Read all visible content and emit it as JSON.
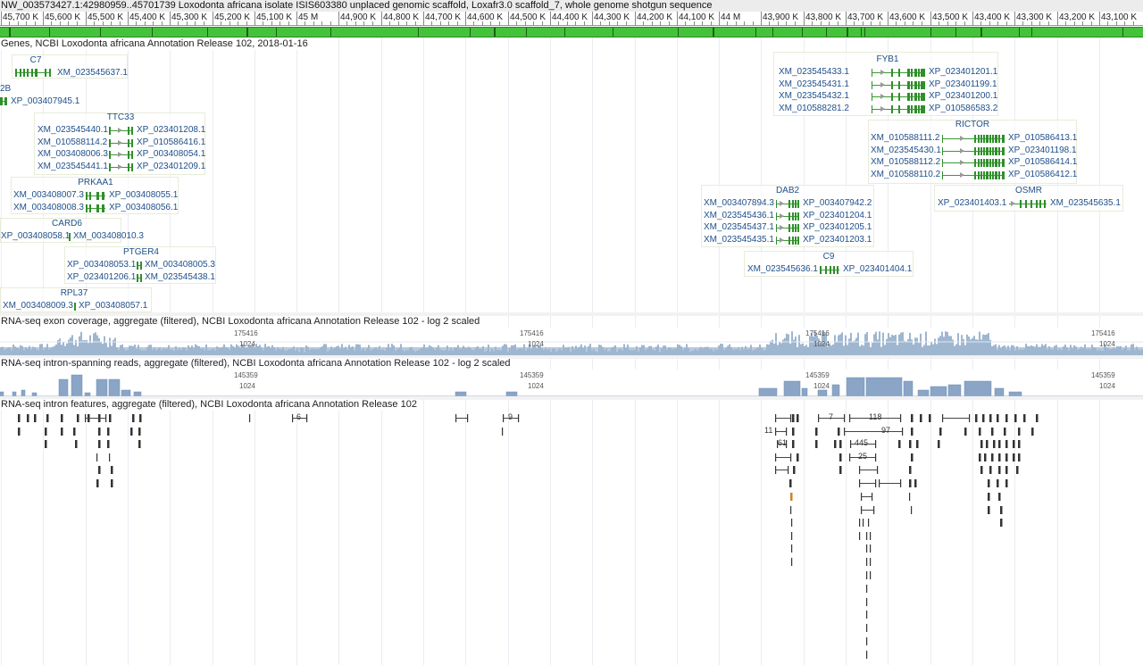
{
  "header": {
    "sequence_title": "NW_003573427.1:42980959..45701739 Loxodonta africana isolate ISIS603380 unplaced genomic scaffold, Loxafr3.0 scaffold_7, whole genome shotgun sequence"
  },
  "ruler": {
    "labels": [
      "45,700 K",
      "45,600 K",
      "45,500 K",
      "45,400 K",
      "45,300 K",
      "45,200 K",
      "45,100 K",
      "45 M",
      "44,900 K",
      "44,800 K",
      "44,700 K",
      "44,600 K",
      "44,500 K",
      "44,400 K",
      "44,300 K",
      "44,200 K",
      "44,100 K",
      "44 M",
      "43,900 K",
      "43,800 K",
      "43,700 K",
      "43,600 K",
      "43,500 K",
      "43,400 K",
      "43,300 K",
      "43,200 K",
      "43,100 K"
    ]
  },
  "tracks": {
    "genes": {
      "title": "Genes, NCBI Loxodonta africana Annotation Release 102, 2018-01-16"
    },
    "exon_coverage": {
      "title": "RNA-seq exon coverage, aggregate (filtered), NCBI Loxodonta africana Annotation Release 102 - log 2 scaled",
      "scale_max": "175416",
      "scale_mid": "1024"
    },
    "intron_reads": {
      "title": "RNA-seq intron-spanning reads, aggregate (filtered), NCBI Loxodonta africana Annotation Release 102 - log 2 scaled",
      "scale_max": "145359",
      "scale_mid": "1024"
    },
    "intron_features": {
      "title": "RNA-seq intron features, aggregate (filtered), NCBI Loxodonta africana Annotation Release 102",
      "labels": [
        "6",
        "9",
        "7",
        "118",
        "97",
        "11",
        "61",
        "445",
        "25"
      ]
    }
  },
  "genes": [
    {
      "name": "C7",
      "left": [
        "",
        "",
        "",
        ""
      ],
      "right": [
        "XM_023545637.1"
      ]
    },
    {
      "name": "2B",
      "right": [
        "XP_003407945.1"
      ]
    },
    {
      "name": "TTC33",
      "left": [
        "XM_023545440.1",
        "XM_010588114.2",
        "XM_003408006.3",
        "XM_023545441.1"
      ],
      "right": [
        "XP_023401208.1",
        "XP_010586416.1",
        "XP_003408054.1",
        "XP_023401209.1"
      ]
    },
    {
      "name": "PRKAA1",
      "left": [
        "XM_003408007.3",
        "XM_003408008.3"
      ],
      "right": [
        "XP_003408055.1",
        "XP_003408056.1"
      ]
    },
    {
      "name": "CARD6",
      "left": [
        "XP_003408058.1"
      ],
      "right": [
        "XM_003408010.3"
      ]
    },
    {
      "name": "PTGER4",
      "left": [
        "XP_003408053.1",
        "XP_023401206.1"
      ],
      "right": [
        "XM_003408005.3",
        "XM_023545438.1"
      ]
    },
    {
      "name": "RPL37",
      "left": [
        "XM_003408009.3"
      ],
      "right": [
        "XP_003408057.1"
      ]
    },
    {
      "name": "FYB1",
      "left": [
        "XM_023545433.1",
        "XM_023545431.1",
        "XM_023545432.1",
        "XM_010588281.2"
      ],
      "right": [
        "XP_023401201.1",
        "XP_023401199.1",
        "XP_023401200.1",
        "XP_010586583.2"
      ]
    },
    {
      "name": "RICTOR",
      "left": [
        "XM_010588111.2",
        "XM_023545430.1",
        "XM_010588112.2",
        "XM_010588110.2"
      ],
      "right": [
        "XP_010586413.1",
        "XP_023401198.1",
        "XP_010586414.1",
        "XP_010586412.1"
      ]
    },
    {
      "name": "DAB2",
      "left": [
        "XM_003407894.3",
        "XM_023545436.1",
        "XM_023545437.1",
        "XM_023545435.1"
      ],
      "right": [
        "XP_003407942.2",
        "XP_023401204.1",
        "XP_023401205.1",
        "XP_023401203.1"
      ]
    },
    {
      "name": "OSMR",
      "left": [
        "XP_023401403.1"
      ],
      "right": [
        "XM_023545635.1"
      ]
    },
    {
      "name": "C9",
      "left": [
        "XM_023545636.1"
      ],
      "right": [
        "XP_023401404.1"
      ]
    }
  ],
  "colors": {
    "gene_green": "#2f8f2a",
    "seq_bar": "#44c23a",
    "coverage": "#9fb6d0",
    "label_blue": "#1f4f8a"
  }
}
